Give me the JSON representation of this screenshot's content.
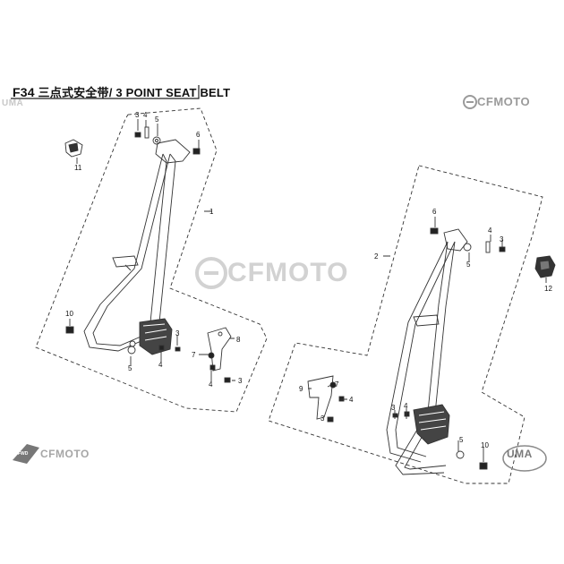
{
  "title": {
    "code": "F34",
    "text": "三点式安全带/ 3 POINT SEAT BELT"
  },
  "watermarks": {
    "uma_top_left": "UMA",
    "brand_top_right": "CFMOTO",
    "brand_center": "CFMOTO",
    "brand_bottom_left": "CFMOTO",
    "uma_bottom_right": "UMA",
    "fwd_tag": "FWD"
  },
  "callouts": {
    "left_assembly": [
      "3",
      "4",
      "5",
      "6",
      "11",
      "1",
      "10",
      "5",
      "4",
      "3",
      "7",
      "4",
      "3",
      "8"
    ],
    "right_assembly": [
      "6",
      "4",
      "3",
      "5",
      "2",
      "12",
      "7",
      "9",
      "4",
      "3",
      "4",
      "3",
      "5",
      "10"
    ]
  },
  "colors": {
    "line": "#333333",
    "watermark": "#d2d2d2"
  }
}
